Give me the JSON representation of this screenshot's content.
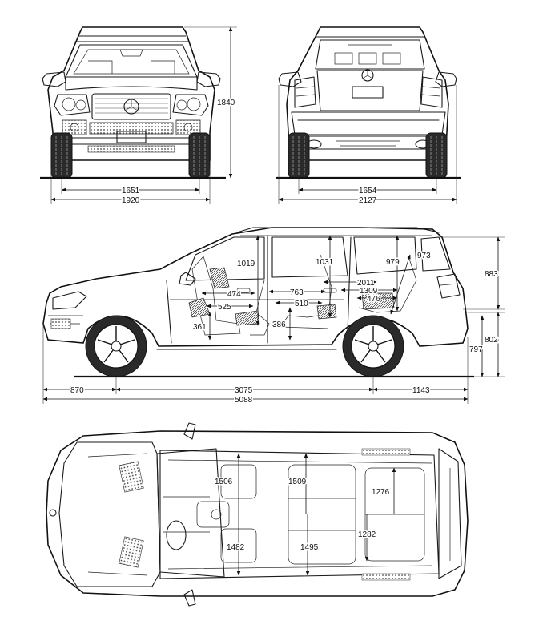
{
  "front_view": {
    "height": "1840",
    "track": "1651",
    "width": "1920"
  },
  "rear_view": {
    "track": "1654",
    "width_mirrors": "2127"
  },
  "side_view": {
    "roof_height_rear": "883",
    "height_802": "802",
    "height_797": "797",
    "front_overhang": "870",
    "wheelbase": "3075",
    "rear_overhang": "1143",
    "length": "5088",
    "headroom_front": "1019",
    "headroom_second": "1031",
    "headroom_third": "979",
    "headroom_cargo": "973",
    "front_legroom": "474",
    "front_seat_depth": "525",
    "front_seat_height": "361",
    "second_legroom": "763",
    "second_seat_depth": "510",
    "second_seat_height": "386",
    "cargo_length_max": "2011",
    "cargo_length_mid": "1309",
    "third_seat_depth": "476"
  },
  "top_view": {
    "front_shoulder": "1506",
    "second_shoulder": "1509",
    "third_shoulder": "1276",
    "front_elbow": "1482",
    "second_elbow": "1495",
    "third_elbow": "1282"
  }
}
